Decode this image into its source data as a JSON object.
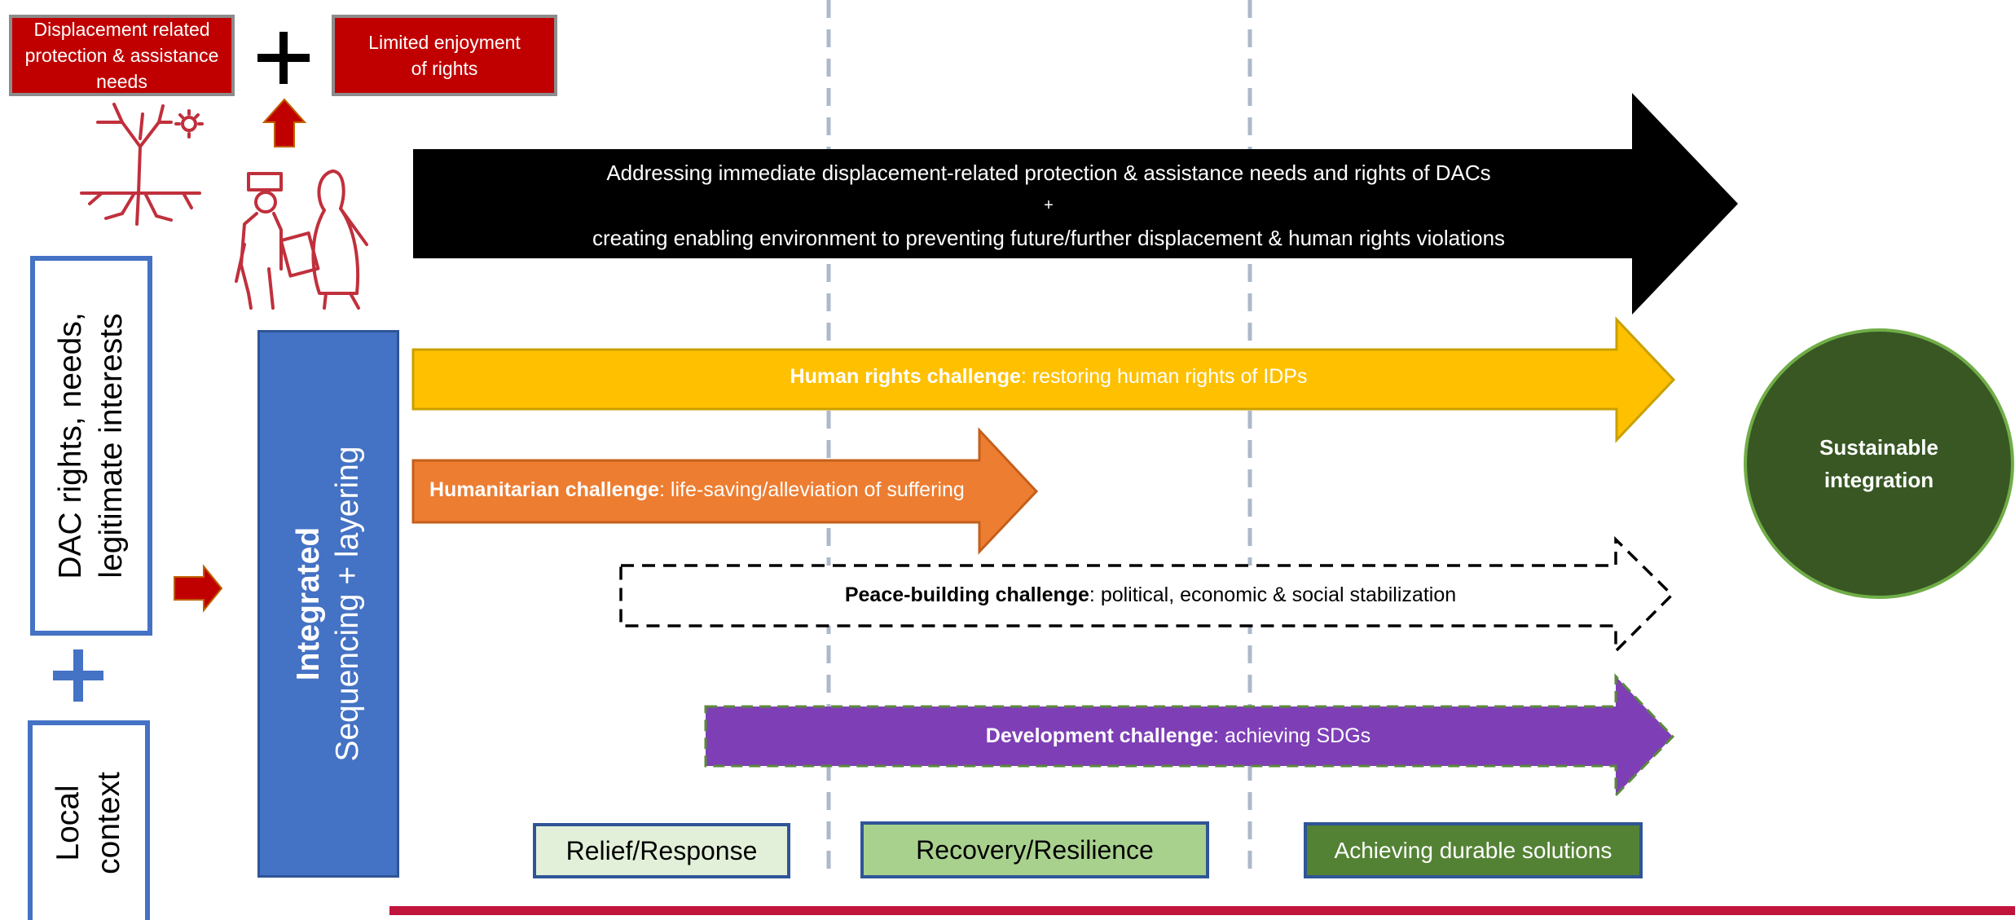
{
  "top_boxes": {
    "displacement": "Displacement related protection & assistance needs",
    "limited": "Limited enjoyment of rights"
  },
  "left": {
    "dac": "DAC rights, needs, legitimate interests",
    "local": "Local context"
  },
  "integrated": {
    "title": "Integrated",
    "subtitle": "Sequencing + layering"
  },
  "arrows": {
    "black_line1": "Addressing immediate displacement-related protection & assistance needs and rights of DACs",
    "black_plus": "+",
    "black_line2": "creating enabling environment to preventing future/further displacement & human rights violations",
    "human_rights_bold": "Human rights challenge",
    "human_rights_rest": ": restoring human rights of IDPs",
    "humanitarian_bold": "Humanitarian challenge",
    "humanitarian_rest": ": life-saving/alleviation of suffering",
    "peace_bold": "Peace-building challenge",
    "peace_rest": ": political, economic & social stabilization",
    "development_bold": "Development challenge",
    "development_rest": ": achieving SDGs"
  },
  "goal": "Sustainable integration",
  "phases": [
    "Relief/Response",
    "Recovery/Resilience",
    "Achieving durable solutions"
  ],
  "colors": {
    "red": "#c00000",
    "black_arrow": "#000000",
    "human_rights": "#ffc000",
    "humanitarian": "#ed7d31",
    "development": "#7e3fb6",
    "goal": "#385723",
    "blue": "#4472c4",
    "phase1": "#e2f0d9",
    "phase2": "#a9d18e",
    "phase3": "#548235",
    "baseline": "#c0143c"
  }
}
